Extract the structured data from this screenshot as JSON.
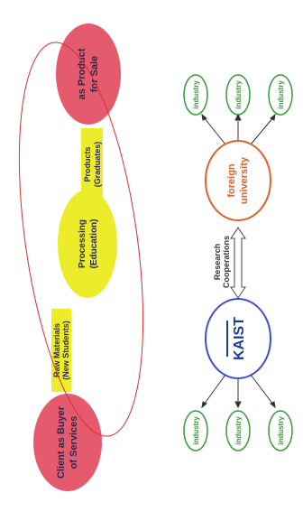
{
  "left_diagram": {
    "client_node": {
      "line1": "Client as Buyer",
      "line2": "of Services"
    },
    "raw_materials": {
      "line1": "Raw Materials",
      "line2": "(New Students)"
    },
    "processing": {
      "line1": "Processing",
      "line2": "(Education)"
    },
    "products": {
      "line1": "Products",
      "line2": "(Graduates)"
    },
    "product_node": {
      "line1": "as Product",
      "line2": "for Sale"
    }
  },
  "right_diagram": {
    "kaist_logo": "KAIST",
    "research_link": {
      "line1": "Research",
      "line2": "Cooperations"
    },
    "foreign_node": {
      "line1": "foreign",
      "line2": "university"
    },
    "industry_label": "industry"
  },
  "colors": {
    "pink": "#e65a6e",
    "yellow": "#ecec2a",
    "red_outline": "#d93030",
    "blue_outline": "#3b4fd0",
    "orange_outline": "#e0602a",
    "green_outline": "#3a9a3a"
  }
}
